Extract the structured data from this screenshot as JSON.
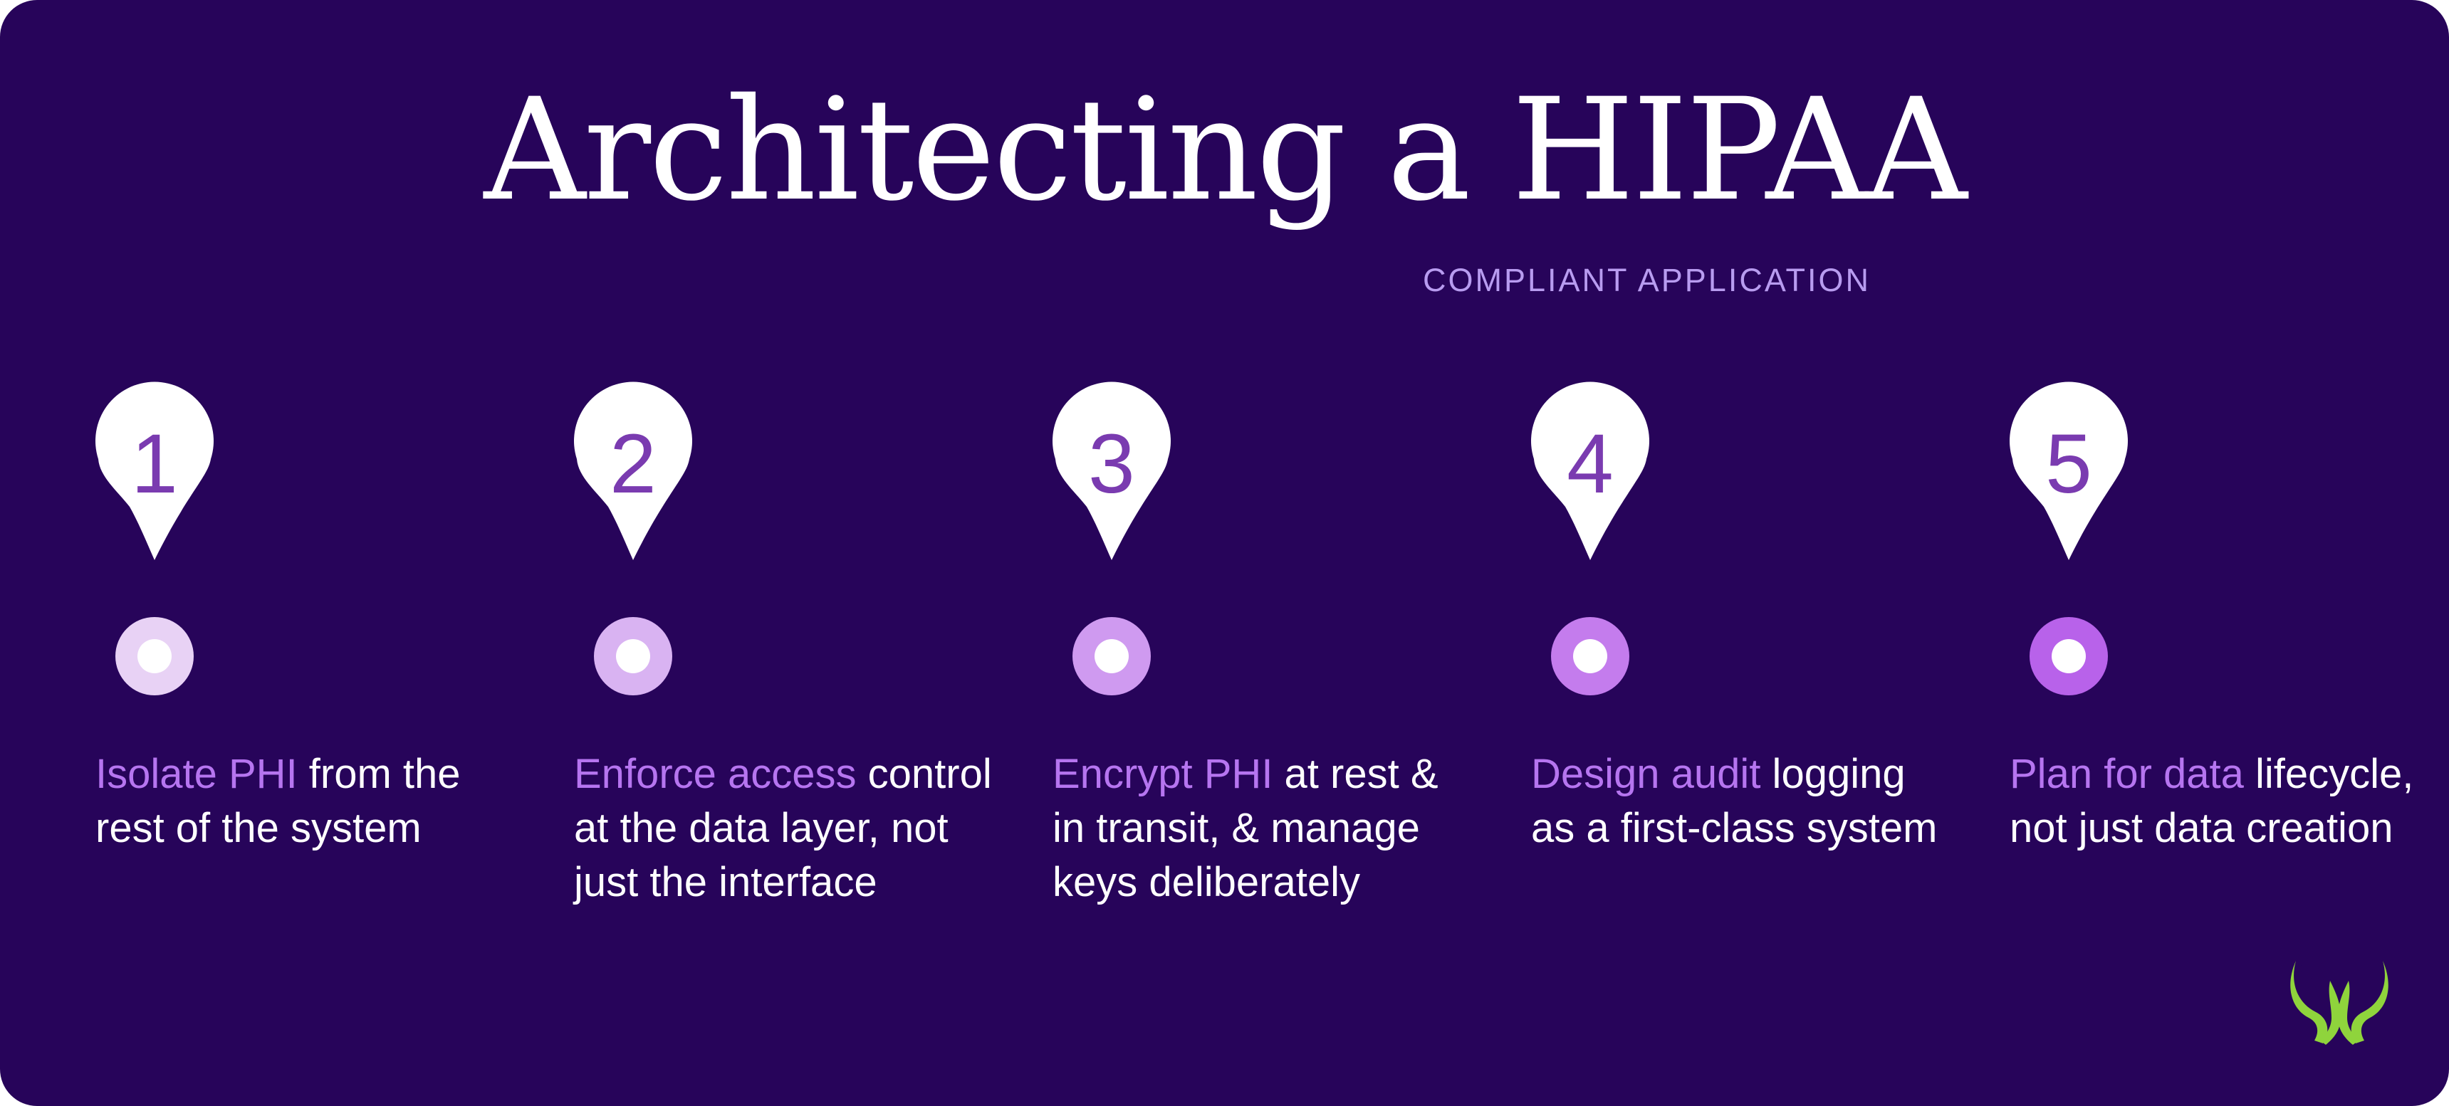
{
  "header": {
    "title": "Architecting a HIPAA",
    "subtitle": "COMPLIANT APPLICATION"
  },
  "steps": [
    {
      "number": "1",
      "highlight": "Isolate PHI",
      "rest": " from the rest of the system"
    },
    {
      "number": "2",
      "highlight": "Enforce access",
      "rest": " control at the data layer, not just the interface"
    },
    {
      "number": "3",
      "highlight": "Encrypt PHI",
      "rest": " at rest & in transit, & manage keys deliberately"
    },
    {
      "number": "4",
      "highlight": "Design audit",
      "rest": " logging as a first-class system"
    },
    {
      "number": "5",
      "highlight": "Plan for data",
      "rest": " lifecycle, not just data creation"
    }
  ],
  "colors": {
    "background": "#27045a",
    "highlight": "#b675f0",
    "timeline_start": "#e8d2f5",
    "timeline_end": "#b25ae8",
    "logo": "#8fd43c"
  },
  "icons": {
    "pin": "map-pin-icon",
    "logo": "leaf-logo-icon"
  }
}
